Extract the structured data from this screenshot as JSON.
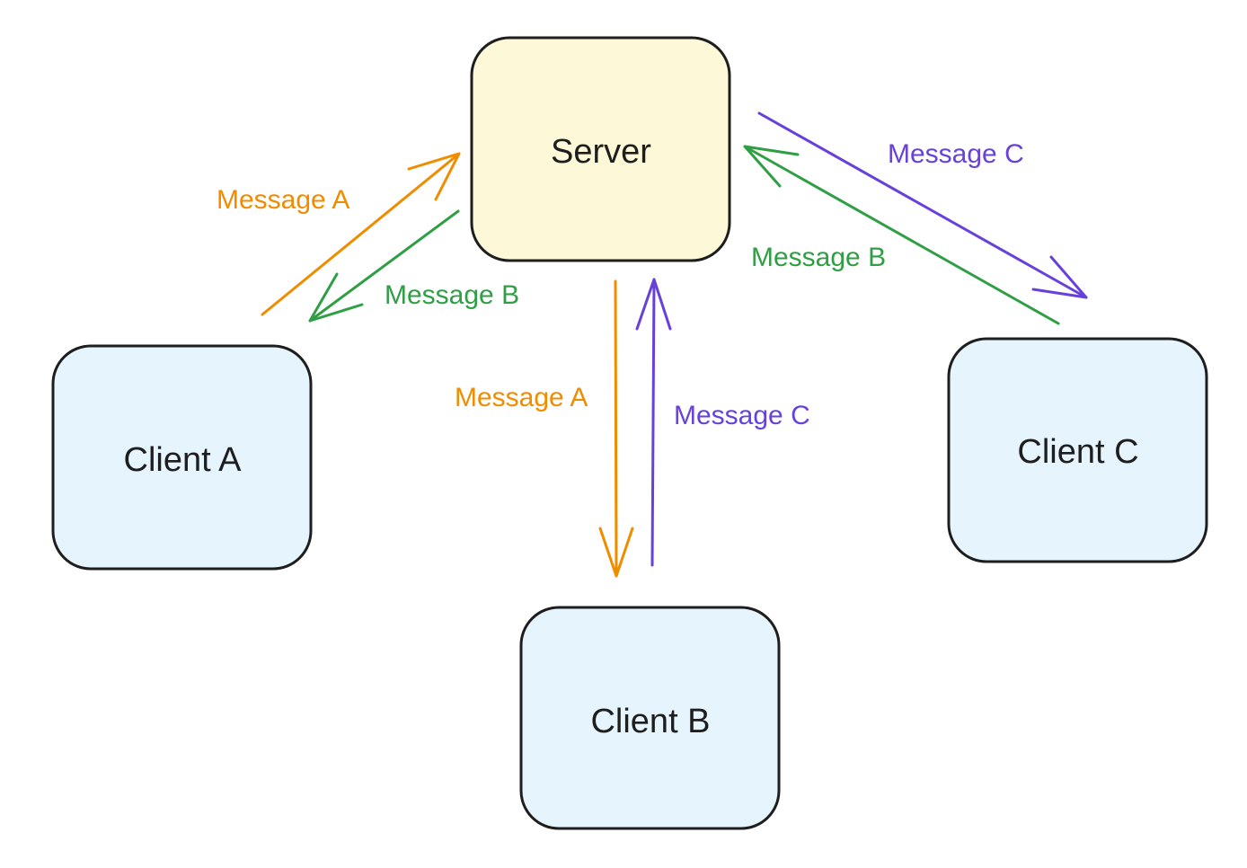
{
  "colors": {
    "server_fill": "#fdf8d8",
    "client_fill": "#e6f4fd",
    "border": "#1e1e1e",
    "message_a": "#f08c00",
    "message_b": "#2f9e44",
    "message_c": "#6741d9"
  },
  "nodes": {
    "server": {
      "label": "Server"
    },
    "client_a": {
      "label": "Client A"
    },
    "client_b": {
      "label": "Client B"
    },
    "client_c": {
      "label": "Client C"
    }
  },
  "edges": {
    "a_to_server": {
      "label": "Message A"
    },
    "server_to_a": {
      "label": "Message B"
    },
    "server_to_b": {
      "label": "Message A"
    },
    "b_to_server": {
      "label": "Message C"
    },
    "server_to_c": {
      "label": "Message C"
    },
    "c_to_server": {
      "label": "Message B"
    }
  }
}
